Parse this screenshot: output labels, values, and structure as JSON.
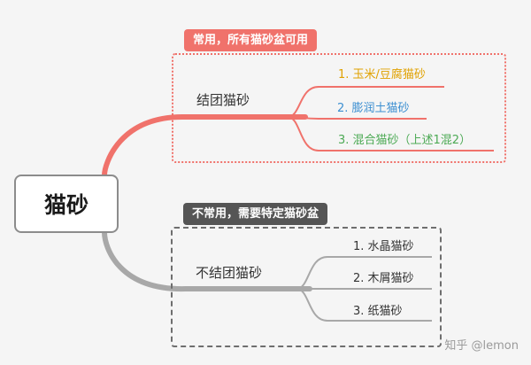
{
  "root": {
    "label": "猫砂"
  },
  "branches": [
    {
      "label": "结团猫砂",
      "tag": "常用，所有猫砂盆可用",
      "colors": {
        "line": "#f0726b",
        "tag_bg": "#f0726b",
        "frame": "#f0726b"
      },
      "items": [
        {
          "label": "1. 玉米/豆腐猫砂",
          "color": "#e0a100"
        },
        {
          "label": "2. 膨润土猫砂",
          "color": "#3c8fd1"
        },
        {
          "label": "3. 混合猫砂（上述1混2）",
          "color": "#4daa55"
        }
      ]
    },
    {
      "label": "不结团猫砂",
      "tag": "不常用，需要特定猫砂盆",
      "colors": {
        "line": "#a8a8a8",
        "tag_bg": "#555555",
        "frame": "#6e6e6e"
      },
      "items": [
        {
          "label": "1. 水晶猫砂",
          "color": "#333333"
        },
        {
          "label": "2. 木屑猫砂",
          "color": "#333333"
        },
        {
          "label": "3. 纸猫砂",
          "color": "#333333"
        }
      ]
    }
  ],
  "watermark": "知乎 @lemon"
}
